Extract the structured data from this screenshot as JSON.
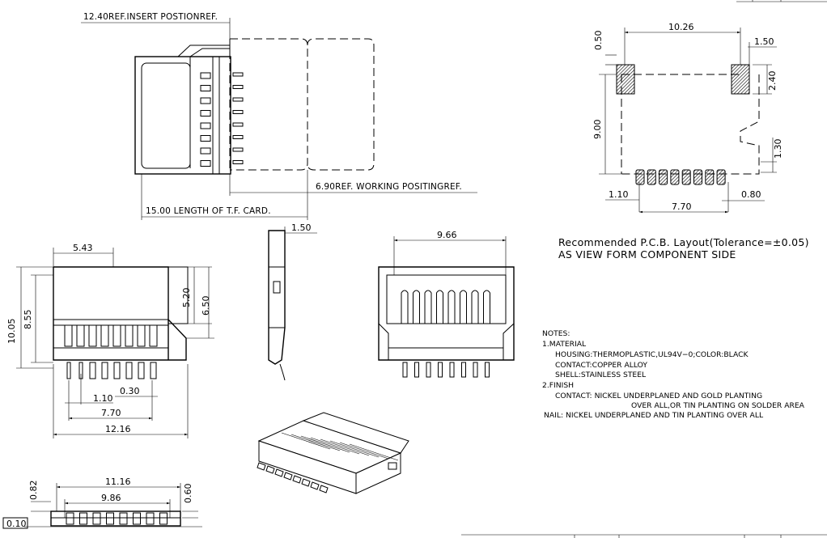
{
  "top_view": {
    "insert_position": "12.40REF.INSERT  POSTIONREF.",
    "working_position": "6.90REF.  WORKING  POSITINGREF.",
    "card_length": "15.00  LENGTH  OF  T.F.  CARD."
  },
  "pcb_layout": {
    "dim_width": "10.26",
    "dim_top": "0.50",
    "dim_pad_w": "1.50",
    "dim_pad_h": "2.40",
    "dim_height": "9.00",
    "dim_gap": "1.30",
    "dim_left": "1.10",
    "dim_pitch": "0.80",
    "dim_span": "7.70",
    "caption_line1": "Recommended  P.C.B.  Layout(Tolerance=±0.05)",
    "caption_line2": "AS  VIEW  FORM  COMPONENT  SIDE"
  },
  "front_view": {
    "dim_543": "5.43",
    "dim_1005": "10.05",
    "dim_855": "8.55",
    "dim_520": "5.20",
    "dim_650": "6.50",
    "dim_110": "1.10",
    "dim_030": "0.30",
    "dim_770": "7.70",
    "dim_1216": "12.16"
  },
  "side_view": {
    "dim_150": "1.50"
  },
  "end_view": {
    "dim_966": "9.66"
  },
  "bottom_view": {
    "dim_1116": "11.16",
    "dim_986": "9.86",
    "dim_082": "0.82",
    "dim_060": "0.60",
    "flatness": "0.10"
  },
  "notes": {
    "title": "NOTES:",
    "material": "1.MATERIAL",
    "housing": "HOUSING:THERMOPLASTIC,UL94V−0;COLOR:BLACK",
    "contact": "CONTACT:COPPER  ALLOY",
    "shell": "SHELL:STAINLESS  STEEL",
    "finish": "2.FINISH",
    "contact_finish_1": "CONTACT:  NICKEL  UNDERPLANED  AND  GOLD  PLANTING",
    "contact_finish_2": "OVER  ALL,OR  TIN  PLANTING  ON  SOLDER  AREA",
    "nail_finish": "NAIL:  NICKEL  UNDERPLANED  AND  TIN  PLANTING  OVER  ALL"
  }
}
